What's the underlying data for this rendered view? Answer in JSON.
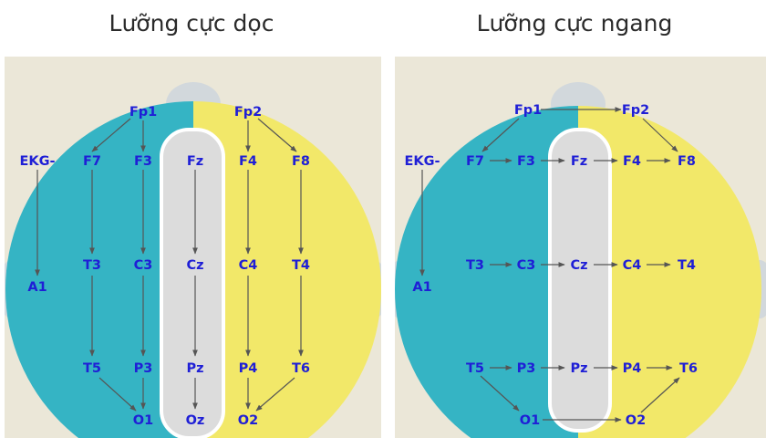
{
  "colors": {
    "panel_bg": "#ebe7d8",
    "left_hemisphere": "#35b4c4",
    "right_hemisphere": "#f2e869",
    "midline_strip": "#dcdcdc",
    "electrode_label": "#1f1fd6",
    "arrow": "#555555",
    "title_text": "#2b2b2b"
  },
  "titles": {
    "left": "Lưỡng cực dọc",
    "right": "Lưỡng cực ngang"
  },
  "panels": {
    "longitudinal": {
      "labels": {
        "ekg": "EKG-",
        "a1": "A1",
        "fp1": "Fp1",
        "fp2": "Fp2",
        "f7": "F7",
        "f3": "F3",
        "fz": "Fz",
        "f4": "F4",
        "f8": "F8",
        "t3": "T3",
        "c3": "C3",
        "cz": "Cz",
        "c4": "C4",
        "t4": "T4",
        "t5": "T5",
        "p3": "P3",
        "pz": "Pz",
        "p4": "P4",
        "t6": "T6",
        "o1": "O1",
        "oz": "Oz",
        "o2": "O2"
      }
    },
    "transverse": {
      "labels": {
        "ekg": "EKG-",
        "a1": "A1",
        "fp1": "Fp1",
        "fp2": "Fp2",
        "f7": "F7",
        "f3": "F3",
        "fz": "Fz",
        "f4": "F4",
        "f8": "F8",
        "t3": "T3",
        "c3": "C3",
        "cz": "Cz",
        "c4": "C4",
        "t4": "T4",
        "t5": "T5",
        "p3": "P3",
        "pz": "Pz",
        "p4": "P4",
        "t6": "T6",
        "o1": "O1",
        "o2": "O2"
      }
    }
  }
}
